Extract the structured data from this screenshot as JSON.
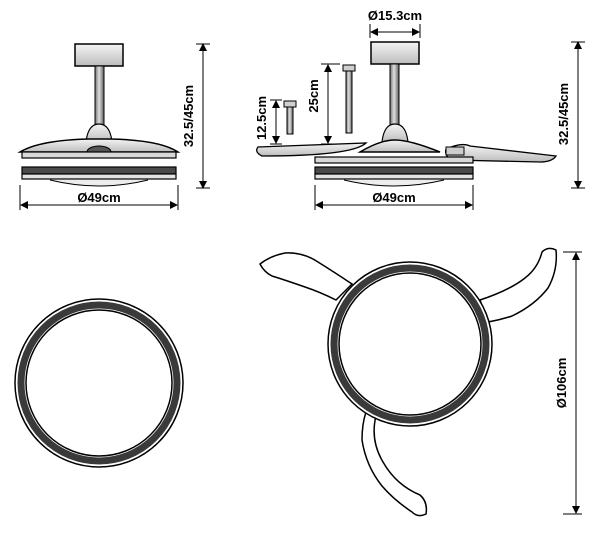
{
  "dimensions": {
    "canopy_diameter": "Ø15.3cm",
    "short_rod": "12.5cm",
    "long_rod": "25cm",
    "height_left": "32.5/45cm",
    "height_right": "32.5/45cm",
    "body_width_left": "Ø49cm",
    "body_width_right": "Ø49cm",
    "blade_span": "Ø106cm"
  }
}
